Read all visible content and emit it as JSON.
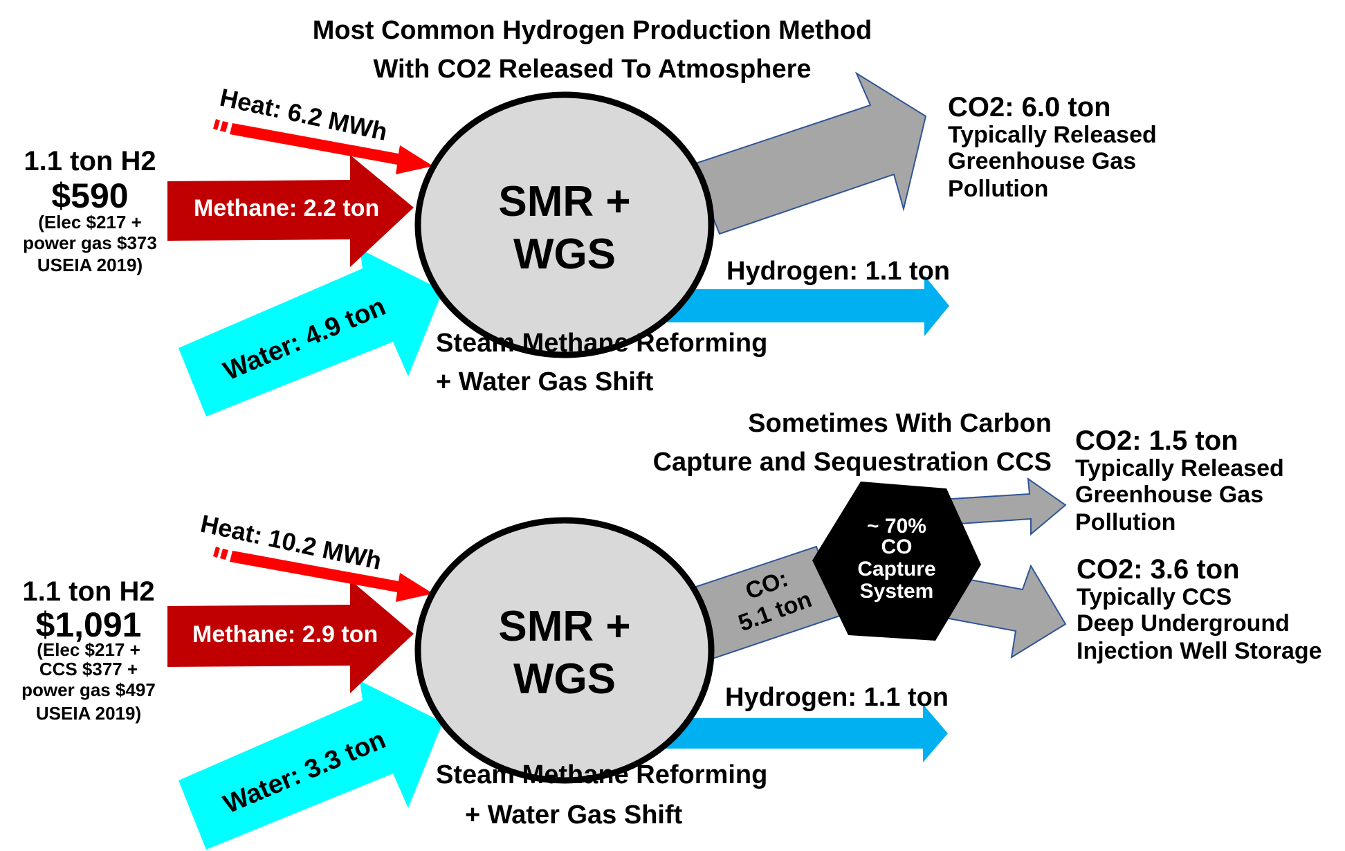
{
  "colors": {
    "heat": "#ff0000",
    "methane": "#c00000",
    "water": "#00ffff",
    "hydrogen": "#00b0f0",
    "co2": "#a6a6a6",
    "co2_outline": "#2f5597",
    "reactor_fill": "#d9d9d9",
    "capture": "#000000"
  },
  "top": {
    "title_line1": "Most Common Hydrogen Production Method",
    "title_line2": "With CO2 Released To Atmosphere",
    "cost": {
      "amount_label": "1.1 ton H2",
      "price": "$590",
      "line1": "(Elec $217 +",
      "line2": "power gas $373",
      "line3": "USEIA 2019)"
    },
    "heat_label": "Heat: 6.2 MWh",
    "methane_label": "Methane: 2.2 ton",
    "water_label": "Water: 4.9 ton",
    "reactor_line1": "SMR +",
    "reactor_line2": "WGS",
    "hydrogen_label": "Hydrogen: 1.1 ton",
    "process_line1": "Steam Methane Reforming",
    "process_line2": "+ Water Gas Shift",
    "co2_out": {
      "title": "CO2:  6.0 ton",
      "line1": "Typically Released",
      "line2": "Greenhouse Gas",
      "line3": "Pollution"
    }
  },
  "bottom": {
    "title_line1": "Sometimes With Carbon",
    "title_line2": "Capture and Sequestration CCS",
    "cost": {
      "amount_label": "1.1 ton H2",
      "price": "$1,091",
      "line1": "(Elec $217 +",
      "line2": "CCS $377 +",
      "line3": "power gas $497",
      "line4": "USEIA 2019)"
    },
    "heat_label": "Heat: 10.2 MWh",
    "methane_label": "Methane: 2.9 ton",
    "water_label": "Water: 3.3 ton",
    "reactor_line1": "SMR +",
    "reactor_line2": "WGS",
    "co_line1": "CO:",
    "co_line2": "5.1 ton",
    "capture_line1": "~ 70%",
    "capture_line2": "CO",
    "capture_line3": "Capture",
    "capture_line4": "System",
    "hydrogen_label": "Hydrogen: 1.1 ton",
    "process_line1": "Steam Methane Reforming",
    "process_line2": "+ Water Gas Shift",
    "co2_released": {
      "title": "CO2:  1.5 ton",
      "line1": "Typically Released",
      "line2": "Greenhouse Gas",
      "line3": "Pollution"
    },
    "co2_stored": {
      "title": "CO2:  3.6 ton",
      "line1": "Typically CCS",
      "line2": "Deep Underground",
      "line3": "Injection Well Storage"
    }
  }
}
